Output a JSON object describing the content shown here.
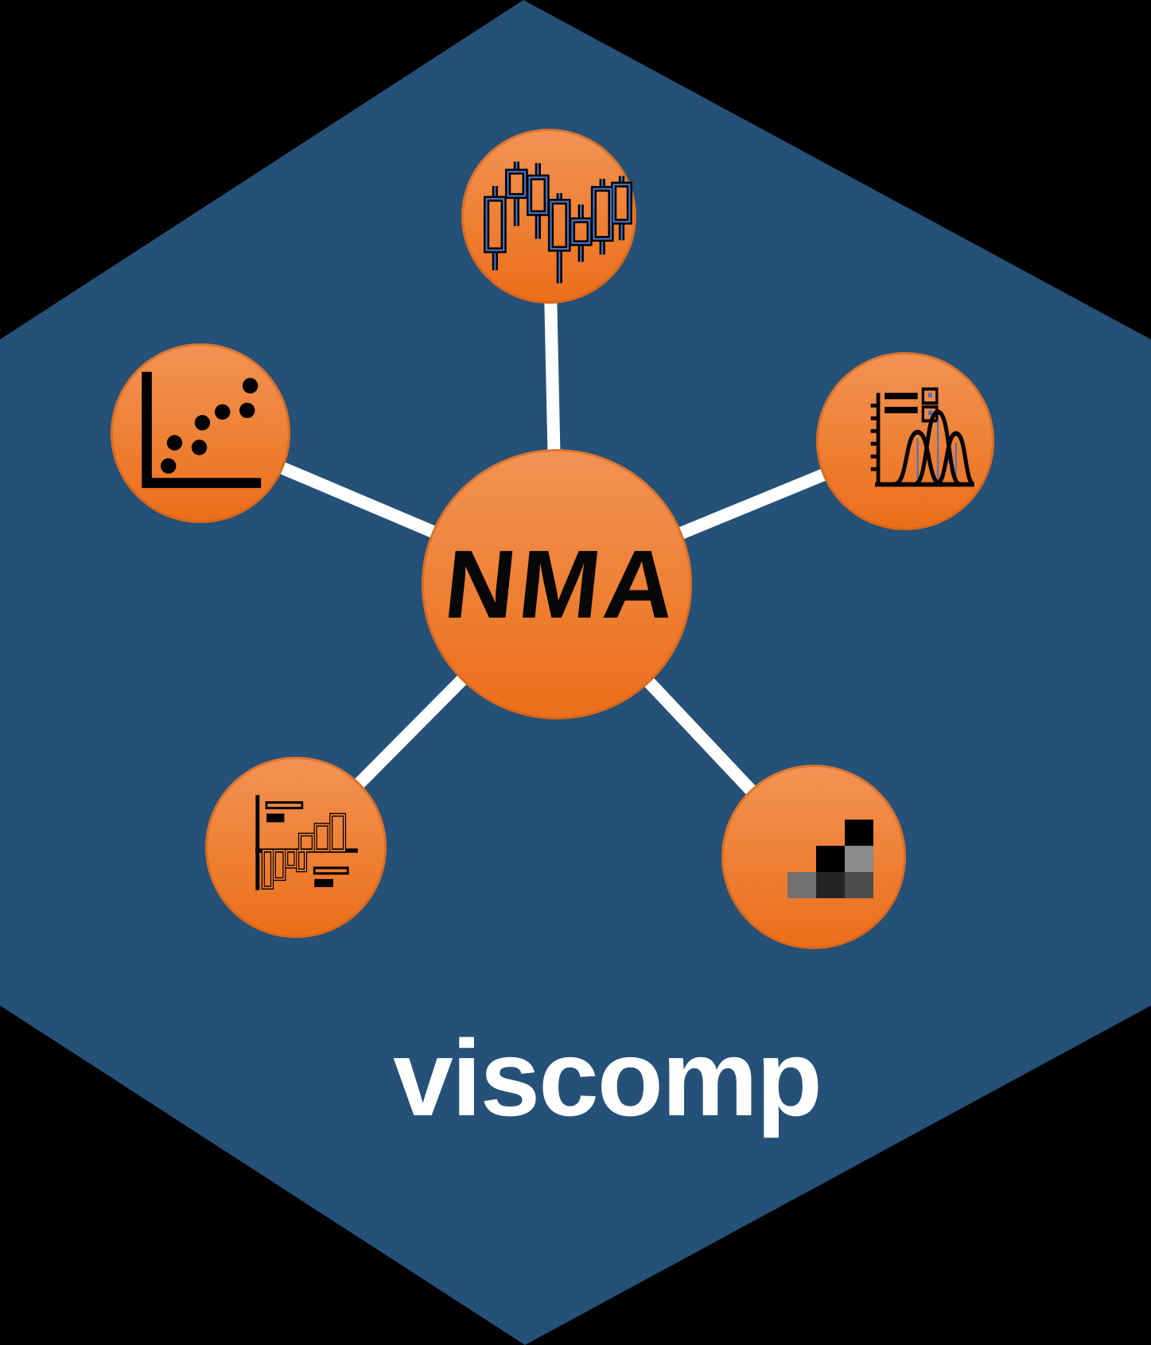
{
  "logo": {
    "package_name": "viscomp",
    "center_label": "NMA",
    "shape": "hex-sticker",
    "nodes": [
      {
        "id": "center",
        "label": "NMA",
        "icon": null
      },
      {
        "id": "top",
        "icon": "candlestick-chart-icon"
      },
      {
        "id": "left",
        "icon": "scatter-plot-icon"
      },
      {
        "id": "right",
        "icon": "density-plot-icon"
      },
      {
        "id": "bottom-left",
        "icon": "diverging-bar-chart-icon"
      },
      {
        "id": "bottom-right",
        "icon": "heatmap-icon"
      }
    ]
  },
  "colors": {
    "outer_background": "#000000",
    "hexagon_fill": "#255078",
    "node_gradient_top": "#F29355",
    "node_gradient_bottom": "#EC6E1A",
    "connector": "#FFFFFF",
    "icon_primary": "#000000",
    "icon_accent_blue": "#4472C4",
    "package_text": "#FFFFFF",
    "heatmap_cells": [
      "#000000",
      "#000000",
      "#8B8B8B",
      "#717171",
      "#242424",
      "#4C4C4C"
    ]
  }
}
